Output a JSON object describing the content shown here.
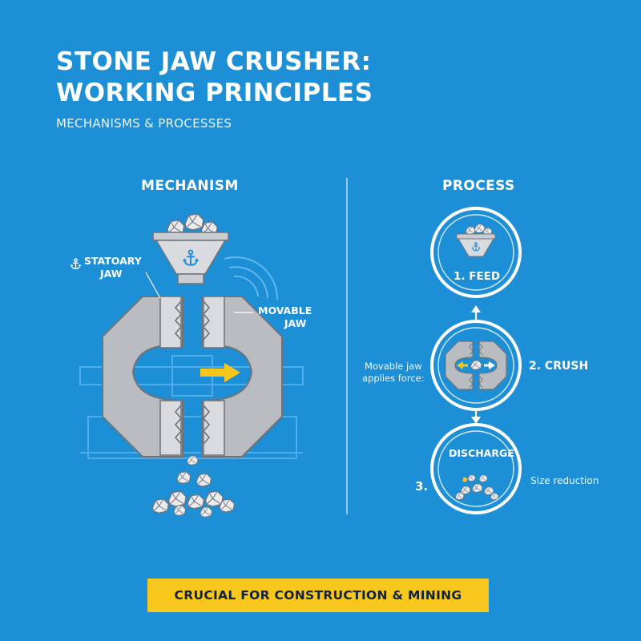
{
  "title_line1": "STONE JAW CRUSHER:",
  "title_line2": "WORKING PRINCIPLES",
  "subtitle": "MECHANISMS & PROCESSES",
  "mechanism": {
    "heading": "MECHANISM",
    "stationary_label_line1": "STATOARY",
    "stationary_label_line2": "JAW",
    "movable_label_line1": "MOVABLE",
    "movable_label_line2": "JAW"
  },
  "process": {
    "heading": "PROCESS",
    "feed_label": "1. FEED",
    "crush_label": "2. CRUSH",
    "crush_note_line1": "Movable jaw",
    "crush_note_line2": "applies force:",
    "discharge_label": "DISCHARGE",
    "discharge_number": "3.",
    "discharge_note": "Size reduction"
  },
  "banner": "CRUCIAL FOR CONSTRUCTION & MINING",
  "colors": {
    "background": "#1d8fd6",
    "metal": "#b9bcc0",
    "metal_dark": "#8c9096",
    "accent_yellow": "#f8c71d",
    "anchor_blue": "#1d8fd6"
  },
  "icons": [
    "anchor-icon",
    "arrow-right-icon",
    "arrow-up-icon",
    "arrow-down-icon",
    "rock-icon",
    "hopper-icon"
  ]
}
